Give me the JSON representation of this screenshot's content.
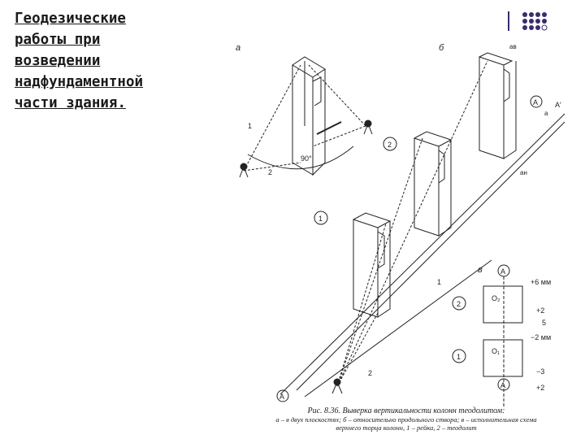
{
  "slide": {
    "title_lines": [
      "Геодезические",
      "работы при",
      "возведении",
      "надфундаментной",
      "части здания"
    ],
    "title_end": "."
  },
  "figure": {
    "panel_a": "а",
    "panel_b": "б",
    "panel_c": "в",
    "angle": "90°",
    "label_1": "1",
    "label_2": "2",
    "a_upper": "aв",
    "a_lower": "aн",
    "a_mid": "a",
    "point_A": "A",
    "point_A_prime": "A′",
    "c_top_value": "+6 мм",
    "c_o2": "O₂",
    "c_plus2": "+2",
    "c_5": "5",
    "c_minus2": "−2 мм",
    "c_o1": "O₁",
    "c_minus3": "−3",
    "c_plus2b": "+2"
  },
  "caption": {
    "line1": "Рис. 8.36. Выверка вертикальности колонн теодолитом:",
    "line2": "а – в двух плоскостях; б – относительно продольного створа; в – исполнительная схема",
    "line3": "верхнего торца колонн, 1 – рейка, 2 – теодолит"
  },
  "colors": {
    "accent": "#3b2c6b",
    "line": "#222222"
  }
}
